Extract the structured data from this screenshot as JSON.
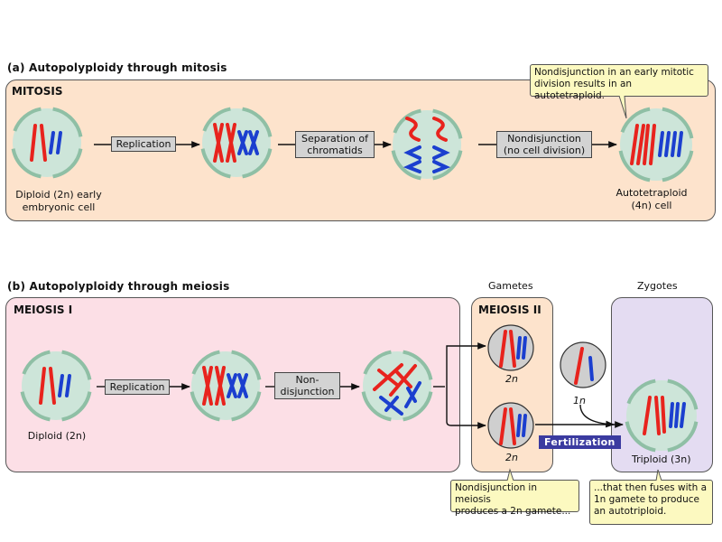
{
  "colors": {
    "mitosis_bg": "#fde3cc",
    "meiosis1_bg": "#fcdfe6",
    "meiosis2_bg": "#fde3cc",
    "zygotes_bg": "#e4dcf2",
    "cell_fill": "#cde5d9",
    "cell_ring": "#8fbfa5",
    "gamete_fill": "#cfcfcf",
    "chrom_red": "#e8231d",
    "chrom_blue": "#1b3fcf",
    "step_box": "#d3d3d3",
    "callout": "#fcf9c0",
    "fertilization": "#3b3ba0"
  },
  "part_a": {
    "title": "(a)  Autopolyploidy through mitosis",
    "panel_label": "MITOSIS",
    "steps": [
      "Replication",
      "Separation of\nchromatids",
      "Nondisjunction\n(no cell division)"
    ],
    "step_lines": [
      [
        "Replication"
      ],
      [
        "Separation of",
        "chromatids"
      ],
      [
        "Nondisjunction",
        "(no cell division)"
      ]
    ],
    "start_caption": [
      "Diploid (2n) early",
      "embryonic cell"
    ],
    "end_caption": [
      "Autotetraploid",
      "(4n) cell"
    ],
    "callout": [
      "Nondisjunction in an early mitotic",
      "division results in an autotetraploid."
    ]
  },
  "part_b": {
    "title": "(b)  Autopolyploidy through meiosis",
    "panel_label": "MEIOSIS I",
    "steps": [
      [
        "Replication"
      ],
      [
        "Non-",
        "disjunction"
      ]
    ],
    "start_caption": "Diploid (2n)",
    "gametes_header": "Gametes",
    "zygotes_header": "Zygotes",
    "meiosis2_label": "MEIOSIS II",
    "gamete_labels": [
      "2n",
      "2n"
    ],
    "haploid_label": "1n",
    "fertilization": "Fertilization",
    "zygote_caption": "Triploid (3n)",
    "callout_left": [
      "Nondisjunction in meiosis",
      "produces a 2n gamete..."
    ],
    "callout_right": [
      "...that then fuses with a",
      "1n gamete to produce",
      "an autotriploid."
    ]
  }
}
